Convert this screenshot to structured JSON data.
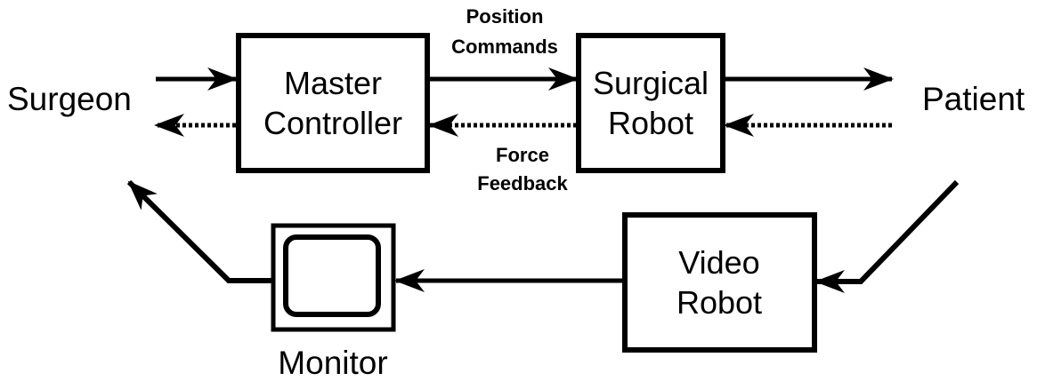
{
  "diagram": {
    "nodes": {
      "surgeon": {
        "label": "Surgeon"
      },
      "patient": {
        "label": "Patient"
      },
      "master_controller": {
        "line1": "Master",
        "line2": "Controller"
      },
      "surgical_robot": {
        "line1": "Surgical",
        "line2": "Robot"
      },
      "video_robot": {
        "line1": "Video",
        "line2": "Robot"
      },
      "monitor": {
        "label": "Monitor",
        "icon": "monitor-icon"
      }
    },
    "edges": {
      "position_commands": {
        "line1": "Position",
        "line2": "Commands",
        "style": "solid",
        "from": "Master Controller",
        "to": "Surgical Robot"
      },
      "force_feedback": {
        "line1": "Force",
        "line2": "Feedback",
        "style": "dotted",
        "from": "Surgical Robot",
        "to": "Master Controller"
      },
      "surgeon_to_master": {
        "style": "solid",
        "from": "Surgeon",
        "to": "Master Controller"
      },
      "master_to_surgeon": {
        "style": "dotted",
        "from": "Master Controller",
        "to": "Surgeon"
      },
      "robot_to_patient": {
        "style": "solid",
        "from": "Surgical Robot",
        "to": "Patient"
      },
      "patient_to_robot": {
        "style": "dotted",
        "from": "Patient",
        "to": "Surgical Robot"
      },
      "patient_to_video": {
        "style": "solid",
        "from": "Patient",
        "to": "Video Robot"
      },
      "video_to_monitor": {
        "style": "solid",
        "from": "Video Robot",
        "to": "Monitor"
      },
      "monitor_to_surgeon": {
        "style": "solid",
        "from": "Monitor",
        "to": "Surgeon"
      }
    },
    "colors": {
      "stroke": "#000000",
      "background": "#ffffff"
    }
  }
}
